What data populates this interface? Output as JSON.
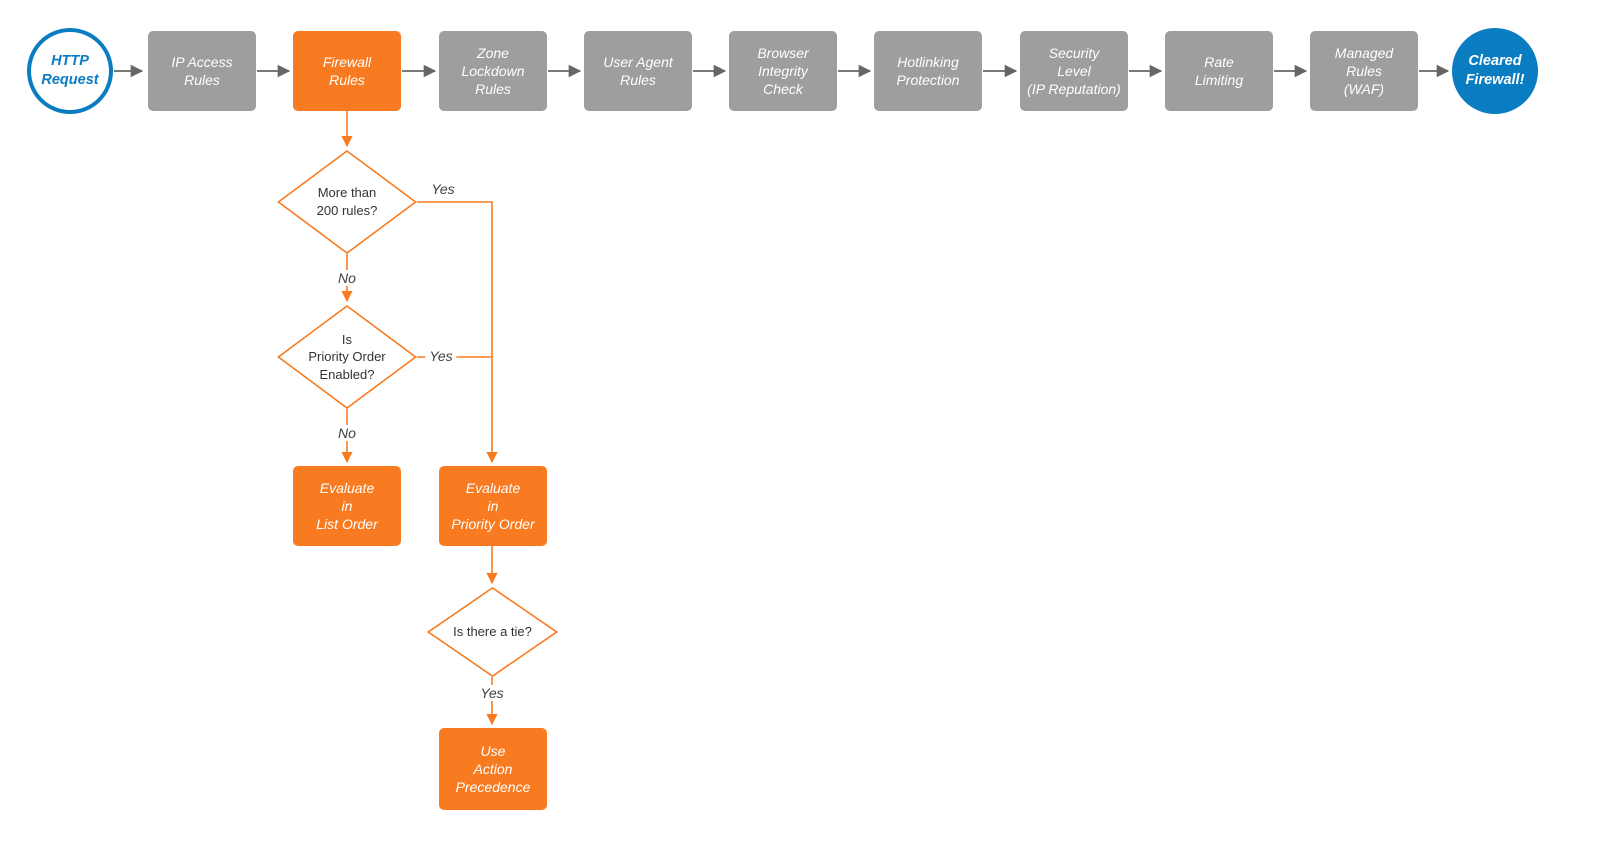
{
  "colors": {
    "blue": "#0a7cc1",
    "gray": "#9e9e9e",
    "orange": "#f97b21",
    "connector": "#666666",
    "diamondText": "#333333",
    "labelText": "#404040"
  },
  "pipeline": {
    "http_request": "HTTP\nRequest",
    "ip_access_rules": "IP Access\nRules",
    "firewall_rules": "Firewall\nRules",
    "zone_lockdown_rules": "Zone\nLockdown\nRules",
    "user_agent_rules": "User Agent\nRules",
    "browser_integrity_check": "Browser\nIntegrity\nCheck",
    "hotlinking_protection": "Hotlinking\nProtection",
    "security_level": "Security\nLevel\n(IP Reputation)",
    "rate_limiting": "Rate\nLimiting",
    "managed_rules_waf": "Managed\nRules\n(WAF)",
    "cleared_firewall": "Cleared\nFirewall!"
  },
  "decisions": {
    "more_than_200_rules": "More than\n200 rules?",
    "priority_order_enabled": "Is\nPriority Order\nEnabled?",
    "is_there_a_tie": "Is there a tie?"
  },
  "actions": {
    "evaluate_list_order": "Evaluate\nin\nList Order",
    "evaluate_priority_order": "Evaluate\nin\nPriority Order",
    "use_action_precedence": "Use\nAction\nPrecedence"
  },
  "edge_labels": {
    "d1_yes": "Yes",
    "d1_no": "No",
    "d2_yes": "Yes",
    "d2_no": "No",
    "d3_yes": "Yes"
  }
}
